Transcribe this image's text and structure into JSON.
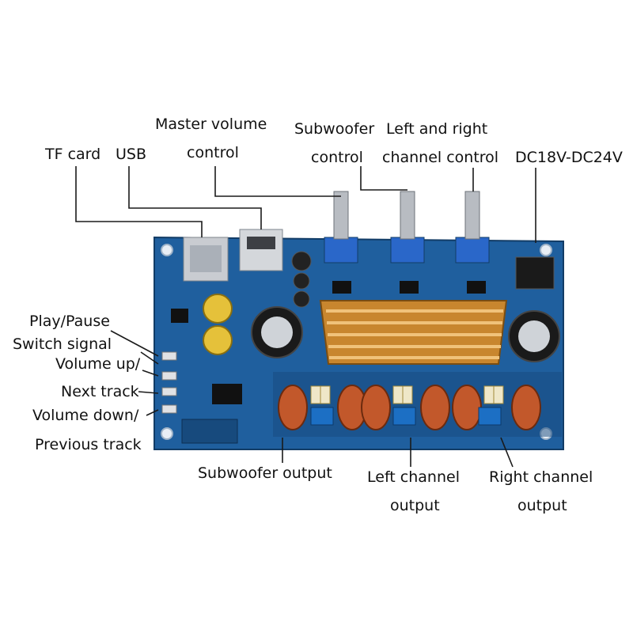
{
  "labels": {
    "tf_card": "TF card",
    "usb": "USB",
    "master_volume_1": "Master volume",
    "master_volume_2": "control",
    "subwoofer_1": "Subwoofer",
    "subwoofer_2": "control",
    "lr_1": "Left and right",
    "lr_2": "channel control",
    "dc": "DC18V-DC24V",
    "play_pause": "Play/Pause",
    "switch_signal": "Switch signal",
    "volume_up": "Volume up/",
    "next_track": "Next track",
    "volume_down": "Volume down/",
    "previous_track": "Previous track",
    "subwoofer_output": "Subwoofer output",
    "left_output_1": "Left channel",
    "left_output_2": "output",
    "right_output_1": "Right channel",
    "right_output_2": "output"
  },
  "colors": {
    "pcb": "#1f5f9e",
    "pcb_dark": "#174a7d",
    "heatsink": "#c8862e",
    "coil": "#c2582b",
    "terminal": "#1c6fc4",
    "pot_body": "#2a67c9",
    "line": "#1a1a1a"
  }
}
